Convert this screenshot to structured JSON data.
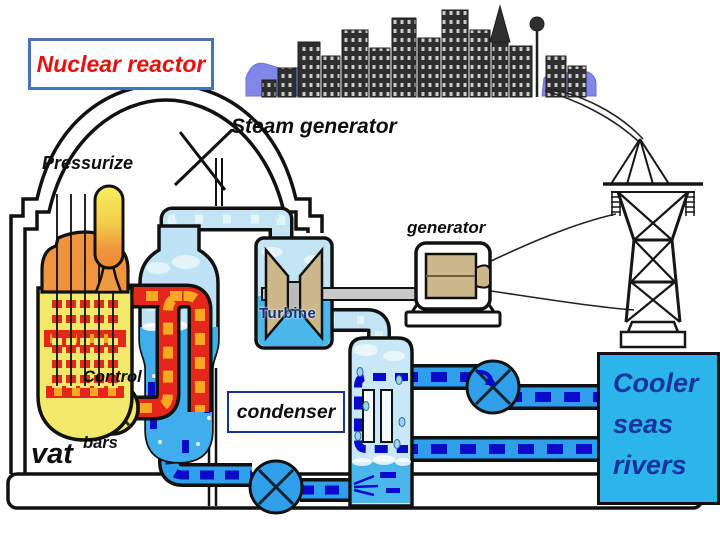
{
  "slide": {
    "labels": {
      "nuclear_reactor": "Nuclear reactor",
      "steam_generator": "Steam generator",
      "pressurizer": "Pressurize",
      "control_bars": [
        "Control",
        "bars"
      ],
      "vat": "vat",
      "condenser": "condenser",
      "generator": "generator",
      "turbine": "Turbine",
      "cooler": [
        "Cooler",
        "seas",
        "rivers"
      ]
    },
    "colors": {
      "reactor_label_text": "#e8100c",
      "label_box_border": "#4a72b8",
      "condenser_box_border": "#16348c",
      "hot_pipe": "#e5261b",
      "hot_pipe_dash": "#f7a823",
      "steam_pipe": "#c2e4f3",
      "water_pipe": "#2e9fe8",
      "water_pipe_dash": "#0a0aca",
      "reactor_core": "#f2e96b",
      "reactor_dome": "#f0953f",
      "sg_water": "#3faeea",
      "cooler_box_fill": "#2cb5e8",
      "cooler_text": "#17349e",
      "turbine_blade": "#cdb88c",
      "city_ground": "#8087e9"
    }
  }
}
